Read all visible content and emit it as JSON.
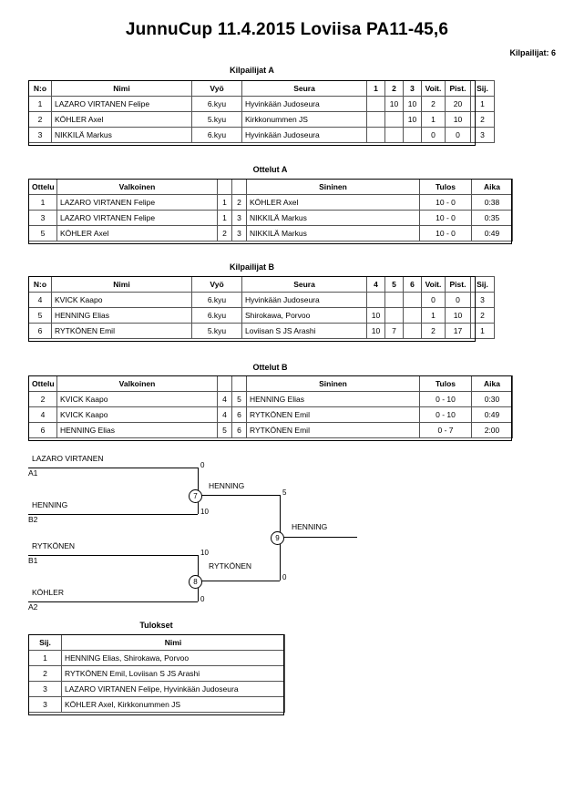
{
  "header": {
    "title": "JunnuCup  11.4.2015  Loviisa   PA11-45,6",
    "entrants": "Kilpailijat: 6"
  },
  "pool_a": {
    "caption": "Kilpailijat A",
    "columns": [
      "N:o",
      "Nimi",
      "Vyö",
      "Seura",
      "1",
      "2",
      "3",
      "Voit.",
      "Pist.",
      "Sij."
    ],
    "rows": [
      {
        "no": "1",
        "name": "LAZARO VIRTANEN Felipe",
        "belt": "6.kyu",
        "club": "Hyvinkään Judoseura",
        "m1": "",
        "m2": "10",
        "m3": "10",
        "wins": "2",
        "points": "20",
        "rank": "1"
      },
      {
        "no": "2",
        "name": "KÖHLER Axel",
        "belt": "5.kyu",
        "club": "Kirkkonummen JS",
        "m1": "",
        "m2": "",
        "m3": "10",
        "wins": "1",
        "points": "10",
        "rank": "2"
      },
      {
        "no": "3",
        "name": "NIKKILÄ Markus",
        "belt": "6.kyu",
        "club": "Hyvinkään Judoseura",
        "m1": "",
        "m2": "",
        "m3": "",
        "wins": "0",
        "points": "0",
        "rank": "3"
      }
    ]
  },
  "matches_a": {
    "caption": "Ottelut A",
    "columns": [
      "Ottelu",
      "Valkoinen",
      "",
      "",
      "Sininen",
      "Tulos",
      "Aika"
    ],
    "rows": [
      {
        "no": "1",
        "white": "LAZARO VIRTANEN Felipe",
        "wn": "1",
        "bn": "2",
        "blue": "KÖHLER Axel",
        "result": "10 - 0",
        "time": "0:38"
      },
      {
        "no": "3",
        "white": "LAZARO VIRTANEN Felipe",
        "wn": "1",
        "bn": "3",
        "blue": "NIKKILÄ Markus",
        "result": "10 - 0",
        "time": "0:35"
      },
      {
        "no": "5",
        "white": "KÖHLER Axel",
        "wn": "2",
        "bn": "3",
        "blue": "NIKKILÄ Markus",
        "result": "10 - 0",
        "time": "0:49"
      }
    ]
  },
  "pool_b": {
    "caption": "Kilpailijat B",
    "columns": [
      "N:o",
      "Nimi",
      "Vyö",
      "Seura",
      "4",
      "5",
      "6",
      "Voit.",
      "Pist.",
      "Sij."
    ],
    "rows": [
      {
        "no": "4",
        "name": "KVICK Kaapo",
        "belt": "6.kyu",
        "club": "Hyvinkään Judoseura",
        "m1": "",
        "m2": "",
        "m3": "",
        "wins": "0",
        "points": "0",
        "rank": "3"
      },
      {
        "no": "5",
        "name": "HENNING Elias",
        "belt": "6.kyu",
        "club": "Shirokawa, Porvoo",
        "m1": "10",
        "m2": "",
        "m3": "",
        "wins": "1",
        "points": "10",
        "rank": "2"
      },
      {
        "no": "6",
        "name": "RYTKÖNEN Emil",
        "belt": "5.kyu",
        "club": "Loviisan S JS Arashi",
        "m1": "10",
        "m2": "7",
        "m3": "",
        "wins": "2",
        "points": "17",
        "rank": "1"
      }
    ]
  },
  "matches_b": {
    "caption": "Ottelut B",
    "columns": [
      "Ottelu",
      "Valkoinen",
      "",
      "",
      "Sininen",
      "Tulos",
      "Aika"
    ],
    "rows": [
      {
        "no": "2",
        "white": "KVICK Kaapo",
        "wn": "4",
        "bn": "5",
        "blue": "HENNING Elias",
        "result": "0 - 10",
        "time": "0:30"
      },
      {
        "no": "4",
        "white": "KVICK Kaapo",
        "wn": "4",
        "bn": "6",
        "blue": "RYTKÖNEN Emil",
        "result": "0 - 10",
        "time": "0:49"
      },
      {
        "no": "6",
        "white": "HENNING Elias",
        "wn": "5",
        "bn": "6",
        "blue": "RYTKÖNEN Emil",
        "result": "0 - 7",
        "time": "2:00"
      }
    ]
  },
  "bracket": {
    "slots": [
      {
        "name": "LAZARO VIRTANEN",
        "seed": "A1",
        "score": "0"
      },
      {
        "name": "HENNING",
        "seed": "B2",
        "score": "10"
      },
      {
        "name": "RYTKÖNEN",
        "seed": "B1",
        "score": "10"
      },
      {
        "name": "KÖHLER",
        "seed": "A2",
        "score": "0"
      }
    ],
    "semifinals": [
      {
        "number": "7",
        "winner": "HENNING",
        "score": "5"
      },
      {
        "number": "8",
        "winner": "RYTKÖNEN",
        "score": "0"
      }
    ],
    "final": {
      "number": "9",
      "winner": "HENNING"
    }
  },
  "results": {
    "caption": "Tulokset",
    "columns": [
      "Sij.",
      "Nimi"
    ],
    "rows": [
      {
        "rank": "1",
        "name": "HENNING Elias, Shirokawa, Porvoo"
      },
      {
        "rank": "2",
        "name": "RYTKÖNEN Emil, Loviisan S JS Arashi"
      },
      {
        "rank": "3",
        "name": "LAZARO VIRTANEN Felipe, Hyvinkään Judoseura"
      },
      {
        "rank": "3",
        "name": "KÖHLER Axel, Kirkkonummen JS"
      }
    ]
  }
}
